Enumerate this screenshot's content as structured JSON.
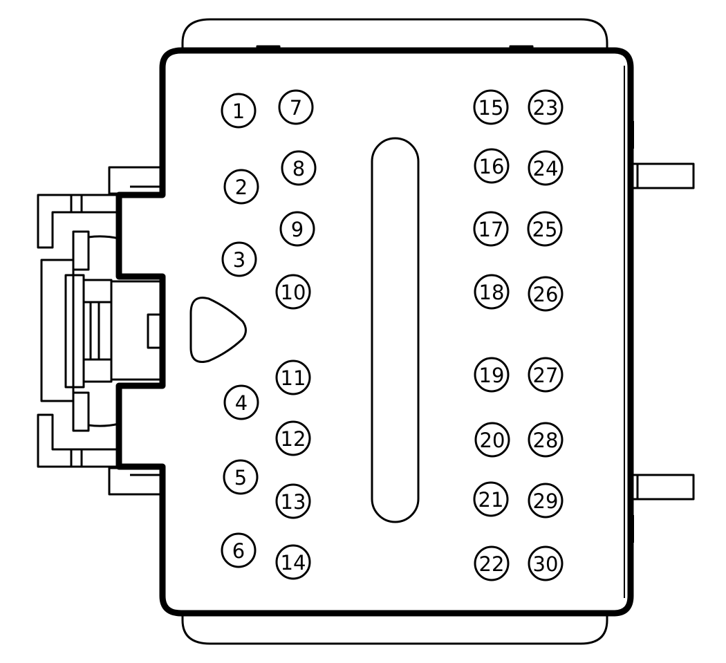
{
  "connector": {
    "pins": [
      {
        "label": "1"
      },
      {
        "label": "2"
      },
      {
        "label": "3"
      },
      {
        "label": "4"
      },
      {
        "label": "5"
      },
      {
        "label": "6"
      },
      {
        "label": "7"
      },
      {
        "label": "8"
      },
      {
        "label": "9"
      },
      {
        "label": "10"
      },
      {
        "label": "11"
      },
      {
        "label": "12"
      },
      {
        "label": "13"
      },
      {
        "label": "14"
      },
      {
        "label": "15"
      },
      {
        "label": "16"
      },
      {
        "label": "17"
      },
      {
        "label": "18"
      },
      {
        "label": "19"
      },
      {
        "label": "20"
      },
      {
        "label": "21"
      },
      {
        "label": "22"
      },
      {
        "label": "23"
      },
      {
        "label": "24"
      },
      {
        "label": "25"
      },
      {
        "label": "26"
      },
      {
        "label": "27"
      },
      {
        "label": "28"
      },
      {
        "label": "29"
      },
      {
        "label": "30"
      }
    ],
    "colors": {
      "stroke": "#000000",
      "fill": "#ffffff"
    }
  }
}
